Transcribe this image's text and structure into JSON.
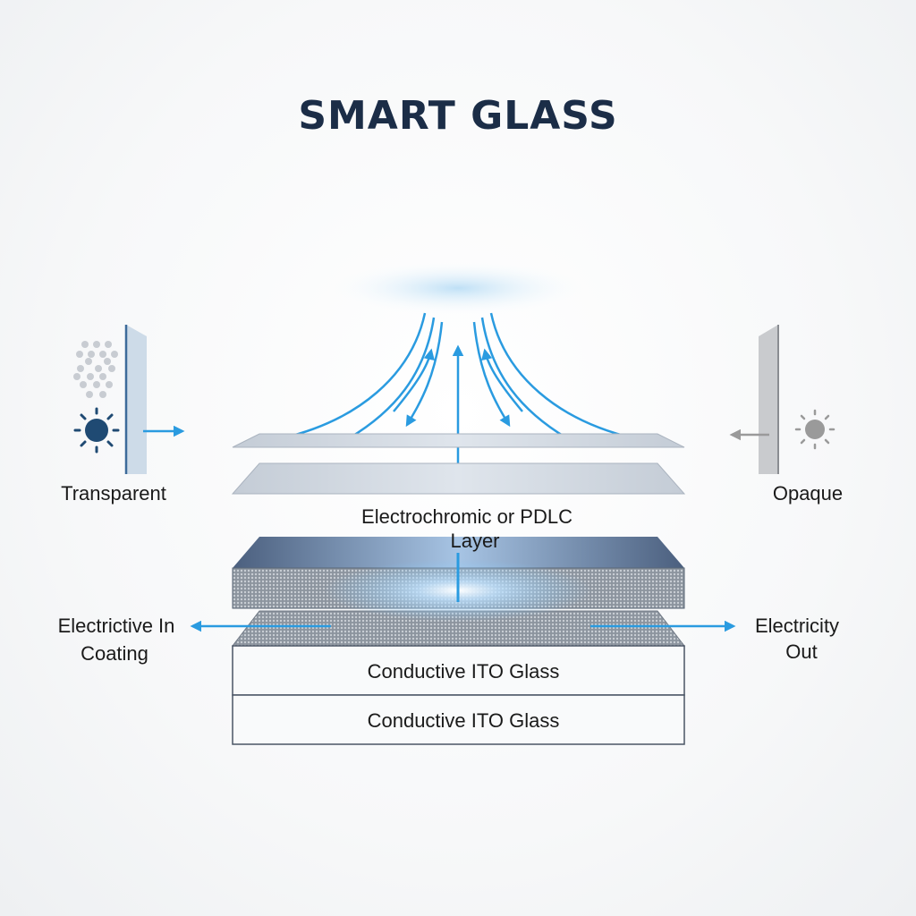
{
  "title": "SMART GLASS",
  "states": {
    "left": {
      "label": "Transparent"
    },
    "right": {
      "label": "Opaque"
    }
  },
  "layers": {
    "active_line1": "Electrochromic or PDLC",
    "active_line2": "Layer",
    "glass_top": "Conductive ITO Glass",
    "glass_bottom": "Conductive ITO Glass"
  },
  "electricity": {
    "in_line1": "Electrictive In",
    "in_line2": "Coating",
    "out_line1": "Electricity",
    "out_line2": "Out"
  },
  "colors": {
    "accent": "#2a9be0",
    "title": "#1b2d47",
    "sun_dark": "#1f4a73",
    "opaque_gray": "#9a9a9a"
  }
}
